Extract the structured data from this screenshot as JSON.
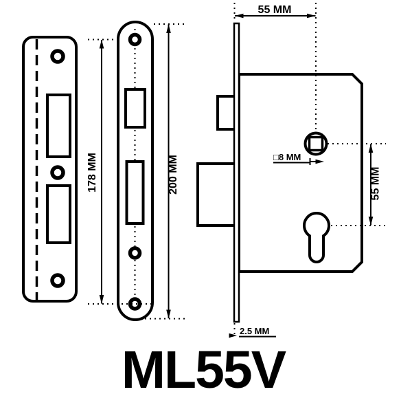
{
  "title": {
    "model": "ML55V"
  },
  "colors": {
    "background": "#ffffff",
    "line": "#000000"
  },
  "labels": {
    "backset": "55 MM",
    "lock_centres": "55 MM",
    "spindle_square": "□8 MM",
    "faceplate_thickness": "2.5 MM",
    "fixing_hole_centres": "178 MM",
    "faceplate_length": "200 MM"
  },
  "parts": {
    "strike_plate": "strike-plate",
    "faceplate": "faceplate",
    "lock_case": "lock-case",
    "latch_bolt": "latch-bolt",
    "dead_bolt": "dead-bolt",
    "spindle_follower": "spindle-follower",
    "euro_cylinder_keyhole": "euro-cylinder-keyhole"
  }
}
